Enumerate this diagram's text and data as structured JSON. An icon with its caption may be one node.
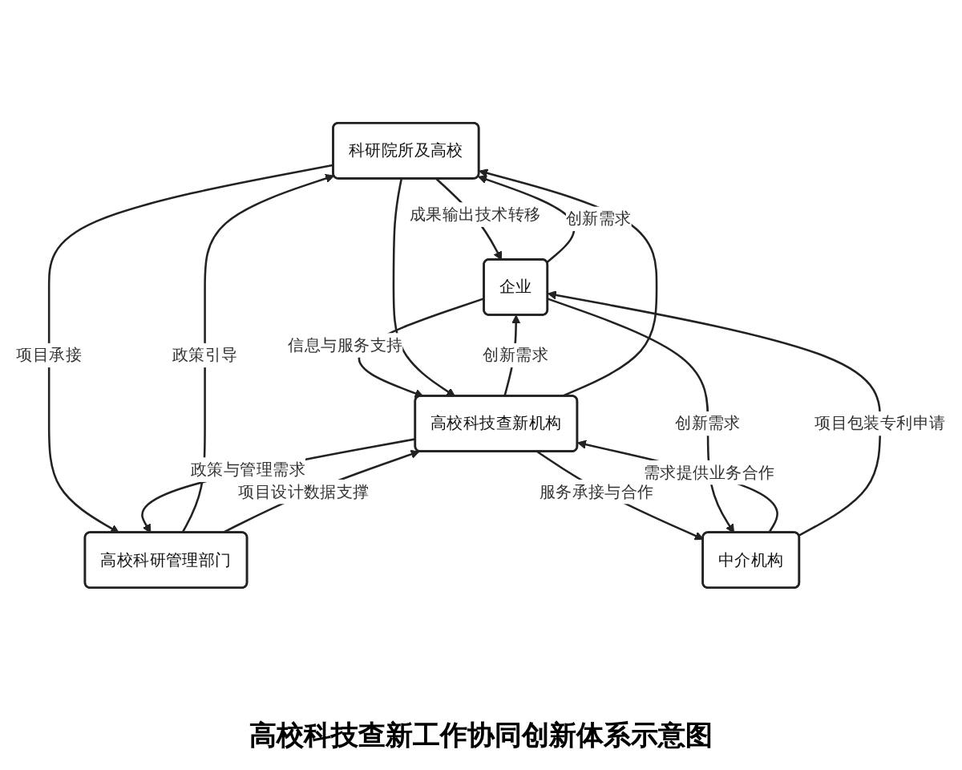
{
  "diagram": {
    "title": "高校科技查新工作协同创新体系示意图",
    "nodes": [
      {
        "text": [
          "科研院所及高校"
        ]
      },
      {
        "text": [
          "企业"
        ]
      },
      {
        "text": [
          "高校科技查新机构"
        ]
      },
      {
        "text": [
          "高校科研管理部门"
        ]
      },
      {
        "text": [
          "中介机构"
        ]
      }
    ],
    "edges": [
      {
        "from": 1,
        "to": 0,
        "arrow": "to",
        "label": "创新需求"
      },
      {
        "from": 0,
        "to": 1,
        "arrow": "to",
        "label": "成果输出技术转移"
      },
      {
        "from": 1,
        "to": 2,
        "arrow": "to",
        "label": "信息与服务支持"
      },
      {
        "from": 2,
        "to": 1,
        "arrow": "to",
        "label": "创新需求"
      },
      {
        "from": 0,
        "to": 2,
        "arrow": "to"
      },
      {
        "from": 2,
        "to": 0,
        "arrow": "to"
      },
      {
        "from": 3,
        "to": 0,
        "arrow": "to",
        "label": "政策引导"
      },
      {
        "from": 0,
        "to": 3,
        "arrow": "to",
        "label": "项目承接"
      },
      {
        "from": 3,
        "to": 2,
        "arrow": "to",
        "label": "项目设计数据支撑"
      },
      {
        "from": 2,
        "to": 3,
        "arrow": "to",
        "label": "政策与管理需求"
      },
      {
        "from": 4,
        "to": 2,
        "arrow": "to",
        "label": "需求提供业务合作"
      },
      {
        "from": 2,
        "to": 4,
        "arrow": "to",
        "label": "服务承接与合作"
      },
      {
        "from": 4,
        "to": 1,
        "arrow": "to",
        "label": "项目包装专利申请"
      },
      {
        "from": 1,
        "to": 4,
        "arrow": "to",
        "label": "创新需求"
      }
    ]
  }
}
